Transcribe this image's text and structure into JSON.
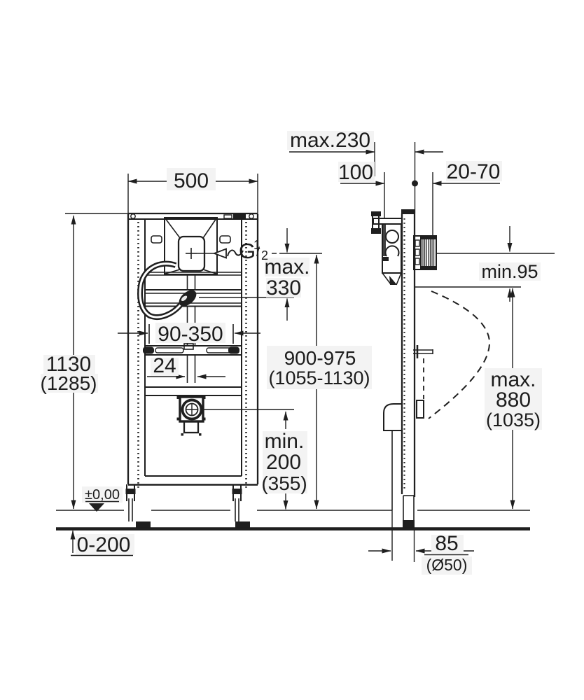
{
  "labels": {
    "frame_width": "500",
    "offset_max": "max.230",
    "bracket_depth": "100",
    "wall_range": "20-70",
    "thread": {
      "prefix": "G",
      "num": "1",
      "slash": "/",
      "den": "2"
    },
    "inlet_drop": {
      "qual": "max.",
      "value": "330"
    },
    "stud_range": "90-350",
    "guide_width": "24",
    "inlet_height": {
      "range": "900-975",
      "alt": "(1055-1130)"
    },
    "frame_height": {
      "value": "1130",
      "alt": "(1285)"
    },
    "floor_level": "±0,00",
    "floor_adjust": "0-200",
    "drain_height": {
      "qual": "min.",
      "value": "200",
      "alt": "(355)"
    },
    "urinal_height": {
      "qual": "max.",
      "value": "880",
      "alt": "(1035)"
    },
    "spigot_clearance": "min.95",
    "outlet_offset": {
      "value": "85",
      "alt": "(Ø50)"
    }
  },
  "colors": {
    "line": "#1f1f1f",
    "background": "#ffffff"
  }
}
